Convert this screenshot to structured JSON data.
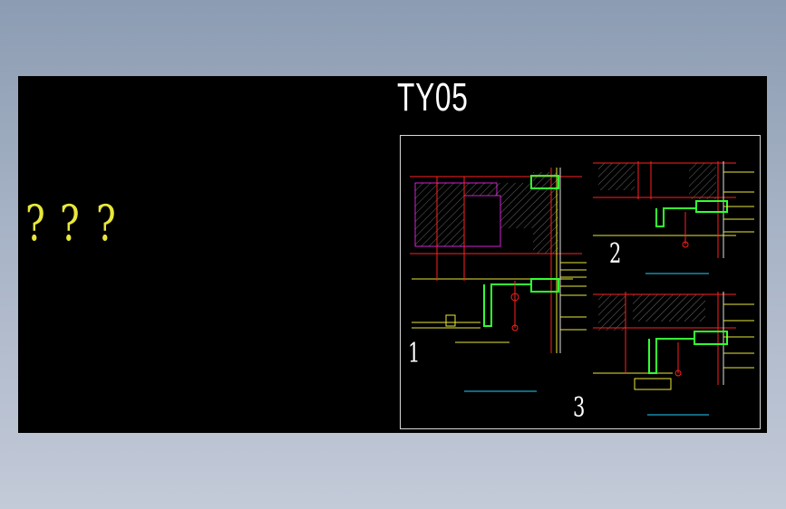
{
  "drawing": {
    "title": "TY05",
    "placeholder_marks": [
      "?",
      "?",
      "?"
    ],
    "details": [
      {
        "number": "1"
      },
      {
        "number": "2"
      },
      {
        "number": "3"
      }
    ]
  },
  "colors": {
    "canvas": "#000000",
    "frame": "#d8d8d8",
    "line_red": "#ff2020",
    "line_yellow": "#e8e83a",
    "line_green": "#33ff33",
    "line_magenta": "#d020d0",
    "line_cyan": "#20d0ff",
    "line_white": "#e0e0e0"
  }
}
